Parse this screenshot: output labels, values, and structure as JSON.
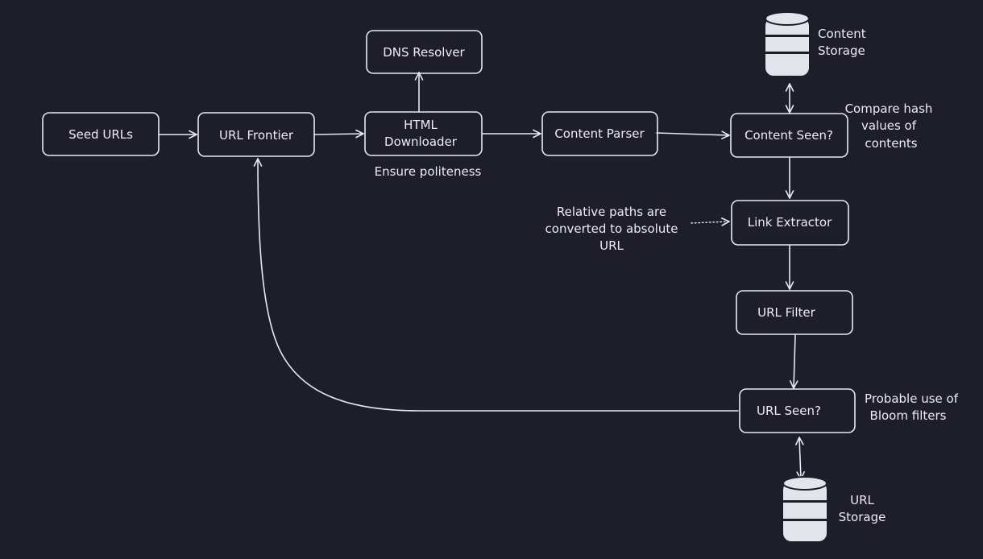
{
  "nodes": {
    "seed_urls": "Seed URLs",
    "url_frontier": "URL Frontier",
    "html_downloader_line1": "HTML",
    "html_downloader_line2": "Downloader",
    "dns_resolver": "DNS Resolver",
    "content_parser": "Content Parser",
    "content_seen": "Content Seen?",
    "link_extractor": "Link Extractor",
    "url_filter": "URL Filter",
    "url_seen": "URL Seen?"
  },
  "storages": {
    "content_storage_line1": "Content",
    "content_storage_line2": "Storage",
    "url_storage_line1": "URL",
    "url_storage_line2": "Storage"
  },
  "notes": {
    "politeness": "Ensure politeness",
    "compare_hash_line1": "Compare hash",
    "compare_hash_line2": "values of",
    "compare_hash_line3": "contents",
    "relative_paths_line1": "Relative paths are",
    "relative_paths_line2": "converted to absolute",
    "relative_paths_line3": "URL",
    "bloom_line1": "Probable use of",
    "bloom_line2": "Bloom filters"
  },
  "colors": {
    "background": "#1e1e2b",
    "stroke": "#e8e8ef",
    "text": "#ececf2",
    "database": "#e4e4ec"
  }
}
